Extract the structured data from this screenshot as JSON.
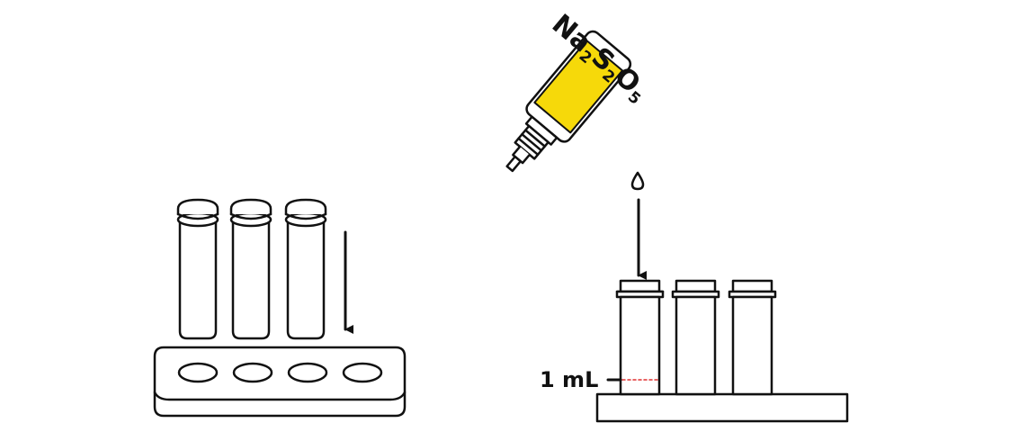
{
  "reagent": {
    "formula_parts": [
      {
        "text": "Na",
        "sub": false
      },
      {
        "text": "2",
        "sub": true
      },
      {
        "text": "S",
        "sub": false
      },
      {
        "text": "2",
        "sub": true
      },
      {
        "text": "O",
        "sub": false
      },
      {
        "text": "5",
        "sub": true
      }
    ],
    "label_color": "#f6d90a"
  },
  "measurement": {
    "volume_label": "1 mL",
    "marker_color": "#e03030"
  },
  "colors": {
    "stroke": "#111111",
    "fill": "#ffffff"
  }
}
